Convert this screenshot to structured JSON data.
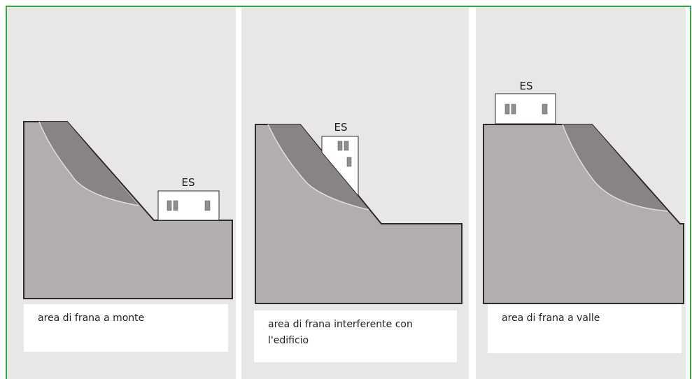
{
  "panels": [
    {
      "building_label": "ES",
      "caption": "area di frana a monte"
    },
    {
      "building_label": "ES",
      "caption": "area di frana interferente con l'edificio"
    },
    {
      "building_label": "ES",
      "caption": "area di frana a valle"
    }
  ],
  "colors": {
    "frame": "#3aa548",
    "panel_background": "#e8e7e6",
    "slope": "#b3aeae",
    "landslide_area": "#8a8383",
    "outline": "#2b2b2b",
    "building": "#ffffff",
    "window": "#8f8f8f"
  }
}
